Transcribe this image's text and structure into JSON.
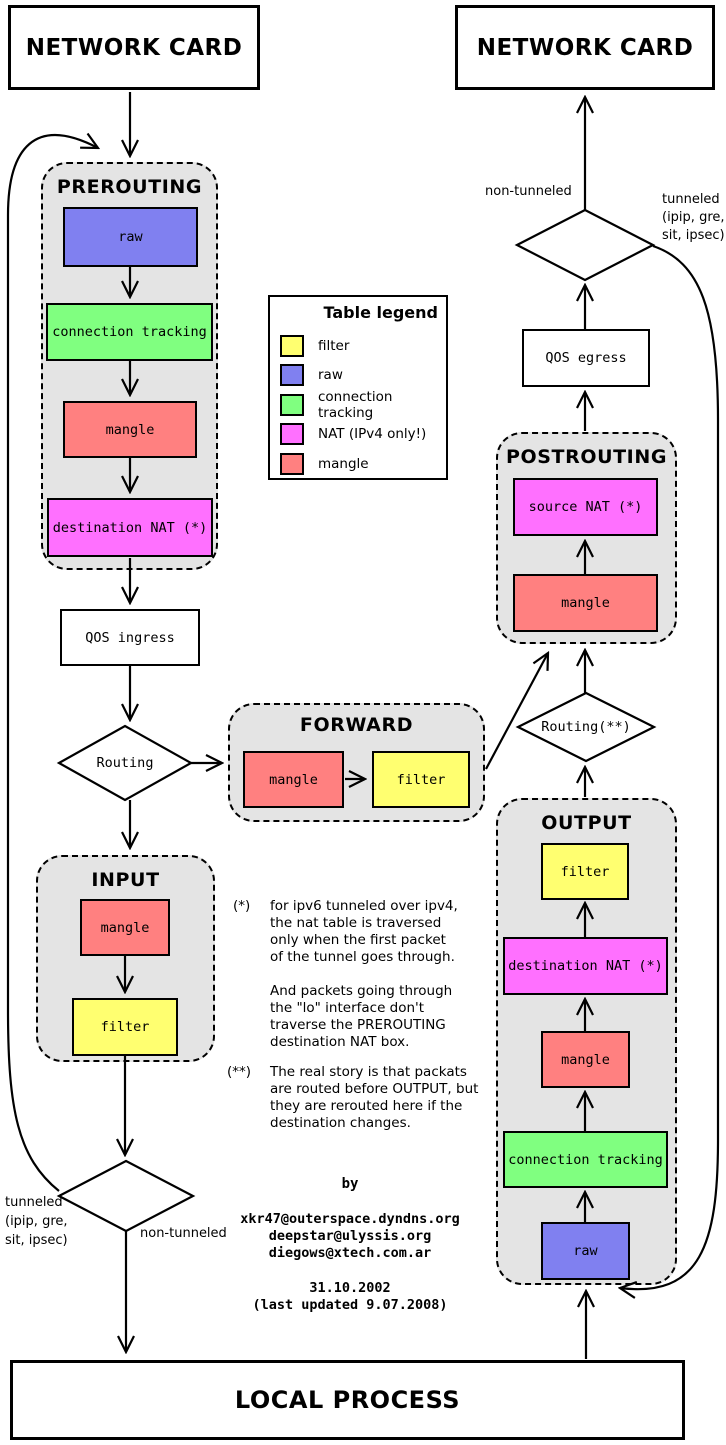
{
  "colors": {
    "filter": "#ffff70",
    "raw": "#8080f0",
    "conntrack": "#80ff80",
    "nat": "#ff70ff",
    "mangle": "#ff8080",
    "chain_bg": "#e4e4e4"
  },
  "nodes": {
    "network_card_left": "NETWORK CARD",
    "network_card_right": "NETWORK CARD",
    "local_process": "LOCAL PROCESS",
    "qos_ingress": "QOS ingress",
    "qos_egress": "QOS egress",
    "routing_decision": "Routing",
    "routing_decision_2": "Routing(**)"
  },
  "chains": {
    "prerouting": {
      "title": "PREROUTING",
      "tables": [
        "raw",
        "connection tracking",
        "mangle",
        "destination NAT (*)"
      ]
    },
    "input": {
      "title": "INPUT",
      "tables": [
        "mangle",
        "filter"
      ]
    },
    "forward": {
      "title": "FORWARD",
      "tables": [
        "mangle",
        "filter"
      ]
    },
    "output": {
      "title": "OUTPUT",
      "tables": [
        "filter",
        "destination NAT (*)",
        "mangle",
        "connection tracking",
        "raw"
      ]
    },
    "postrouting": {
      "title": "POSTROUTING",
      "tables": [
        "source NAT (*)",
        "mangle"
      ]
    }
  },
  "legend": {
    "title": "Table legend",
    "items": [
      "filter",
      "raw",
      "connection tracking",
      "NAT (IPv4 only!)",
      "mangle"
    ]
  },
  "labels": {
    "non_tunneled_top": "non-tunneled",
    "tunneled_top": "tunneled\n(ipip, gre,\nsit, ipsec)",
    "tunneled_bottom": "tunneled\n(ipip, gre,\nsit, ipsec)",
    "non_tunneled_bottom": "non-tunneled"
  },
  "notes": {
    "marker1": "(*)",
    "marker2": "(**)",
    "para1": "for ipv6 tunneled over ipv4,\nthe nat table is traversed\nonly when the first packet\nof the tunnel goes through.",
    "para2": "And packets going through\nthe \"lo\" interface don't\ntraverse the PREROUTING\ndestination NAT box.",
    "para3": "The real story is that packats\nare routed before OUTPUT, but\nthey are rerouted here if the\ndestination changes."
  },
  "credits": {
    "by": "by",
    "emails": "xkr47@outerspace.dyndns.org\ndeepstar@ulyssis.org\ndiegows@xtech.com.ar",
    "date": "31.10.2002\n(last updated 9.07.2008)"
  }
}
